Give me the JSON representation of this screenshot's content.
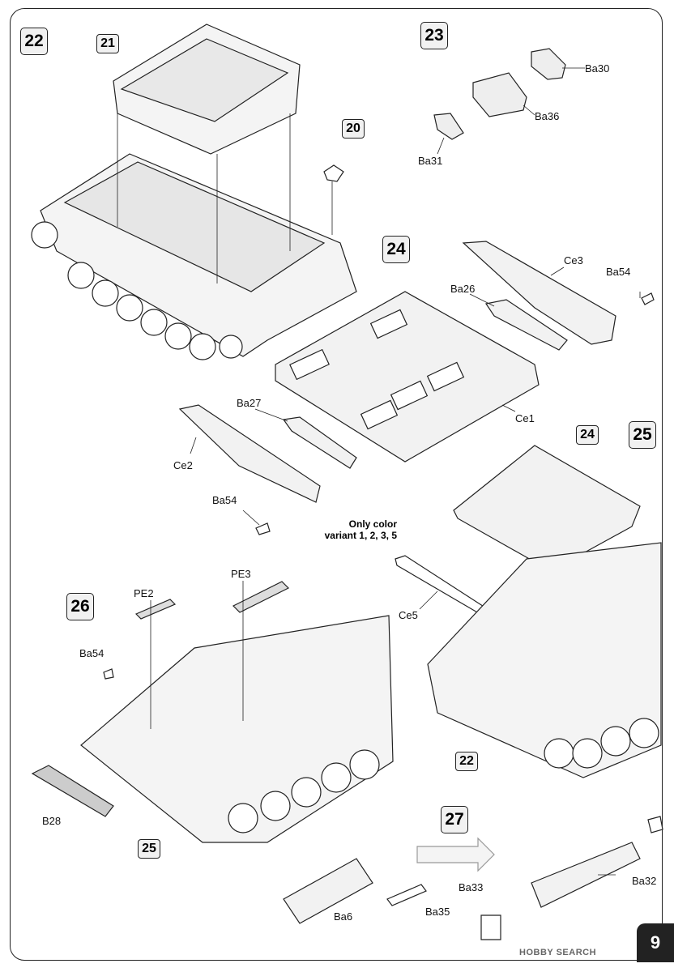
{
  "steps": {
    "s22": "22",
    "s23": "23",
    "s24": "24",
    "s25": "25",
    "s26": "26",
    "s27": "27"
  },
  "refs": {
    "r21": "21",
    "r20": "20",
    "r24": "24",
    "r22": "22",
    "r25": "25"
  },
  "labels": {
    "ba30": "Ba30",
    "ba36": "Ba36",
    "ba31": "Ba31",
    "ce3": "Ce3",
    "ba54a": "Ba54",
    "ba26": "Ba26",
    "ba27": "Ba27",
    "ce1": "Ce1",
    "ce2": "Ce2",
    "ba54b": "Ba54",
    "ce5": "Ce5",
    "pe2": "PE2",
    "pe3": "PE3",
    "ba54c": "Ba54",
    "b28": "B28",
    "ba33": "Ba33",
    "ba6": "Ba6",
    "ba35": "Ba35",
    "ba32": "Ba32"
  },
  "note": {
    "line1": "Only color",
    "line2": "variant 1, 2, 3, 5"
  },
  "page_number": "9",
  "watermark": "HOBBY SEARCH"
}
